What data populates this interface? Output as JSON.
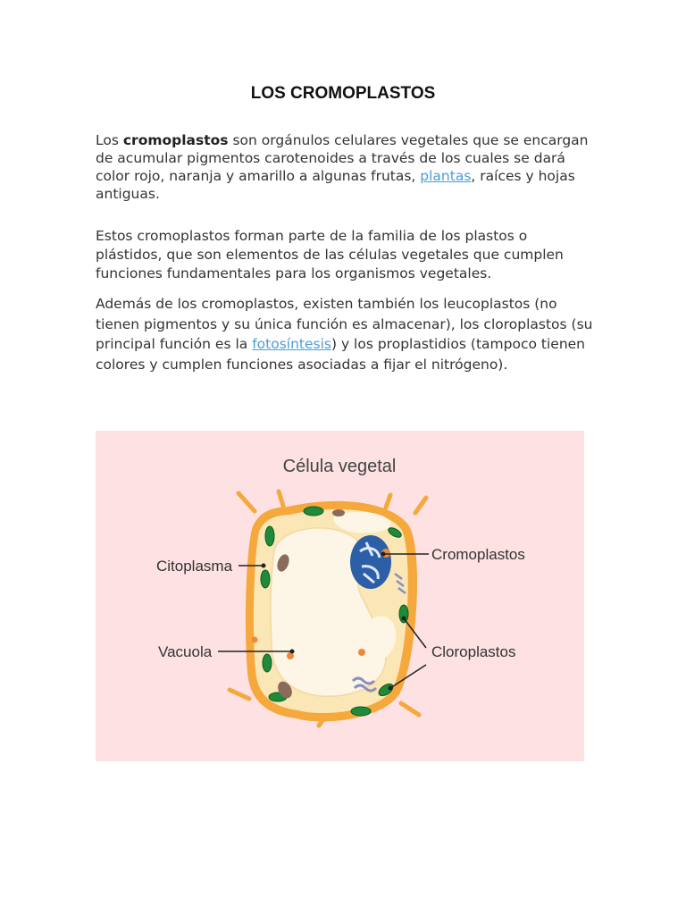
{
  "document": {
    "title": "LOS CROMOPLASTOS",
    "p1": {
      "before": "Los ",
      "bold": "cromoplastos",
      "middle": " son orgánulos celulares vegetales que se encargan de acumular pigmentos carotenoides a través de los cuales se dará color rojo, naranja y amarillo a algunas frutas, ",
      "link": "plantas",
      "after": ", raíces y hojas antiguas."
    },
    "p2": "Estos cromoplastos forman parte de la familia de los plastos o plástidos, que son elementos de las células vegetales que cumplen funciones fundamentales para los organismos vegetales.",
    "p3": {
      "before": "Además de los cromoplastos, existen también los leucoplastos (no tienen pigmentos y su única función es almacenar), los cloroplastos (su principal función es la ",
      "link": "fotosíntesis",
      "after": ") y los proplastidios (tampoco tienen colores y cumplen funciones asociadas a fijar el nitrógeno)."
    }
  },
  "figure": {
    "title": "Célula vegetal",
    "labels": {
      "citoplasma": "Citoplasma",
      "vacuola": "Vacuola",
      "cromoplastos": "Cromoplastos",
      "cloroplastos": "Cloroplastos"
    }
  },
  "colors": {
    "link": "#4a9fd6",
    "figure_bg": "#fde1e3",
    "cell_wall": "#f5a83c",
    "cytoplasm": "#fbe6b5",
    "vacuole": "#fdf6e6",
    "chloroplast": "#1f8a3a",
    "nucleus": "#2c5fa8"
  }
}
